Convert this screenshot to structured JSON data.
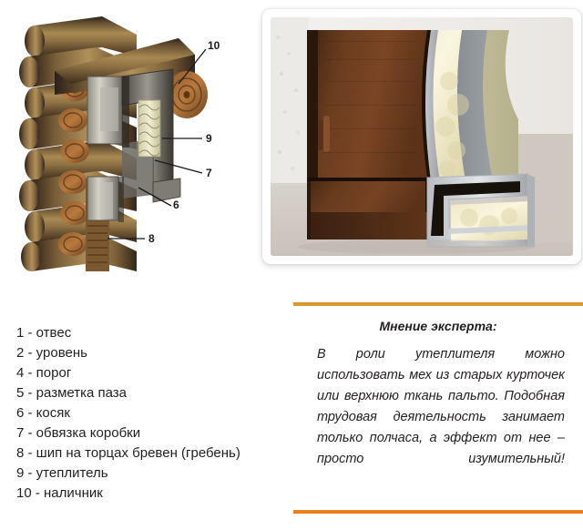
{
  "diagram": {
    "alt_name": "log-wall-door-frame-cutaway",
    "callouts": [
      {
        "id": "10",
        "label": "10"
      },
      {
        "id": "9",
        "label": "9"
      },
      {
        "id": "7",
        "label": "7"
      },
      {
        "id": "6",
        "label": "6"
      },
      {
        "id": "8",
        "label": "8"
      }
    ]
  },
  "photo": {
    "alt_name": "insulated-metal-door-cutaway-photo"
  },
  "legend": {
    "items": [
      "1 - отвес",
      "2 - уровень",
      "4 - порог",
      "5 - разметка паза",
      "6 - косяк",
      "7 - обвязка коробки",
      "8 - шип на торцах бревен (гребень)",
      "9 - утеплитель",
      "10 - наличник"
    ]
  },
  "expert": {
    "title": "Мнение эксперта:",
    "body": "В роли утеплителя можно использовать мех из старых курточек или верхнюю ткань пальто. Подобная трудовая деятельность занимает только полчаса, а эффект от нее – просто изумительный!"
  },
  "colors": {
    "rule_top": "#dd9a33",
    "rule_bottom": "#f07c12",
    "text": "#231f20",
    "background": "#ffffff"
  }
}
